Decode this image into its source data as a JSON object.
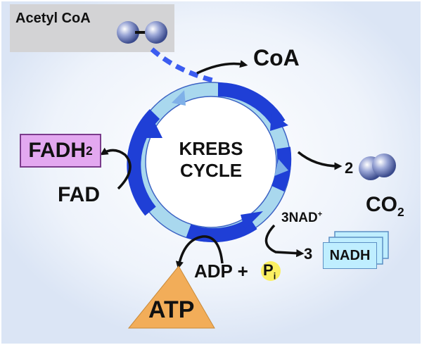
{
  "acetyl": {
    "label": "Acetyl CoA"
  },
  "coa": {
    "label": "CoA"
  },
  "cycle": {
    "line1": "KREBS",
    "line2": "CYCLE"
  },
  "fadh2": {
    "base": "FADH",
    "sub": "2"
  },
  "fad": {
    "label": "FAD"
  },
  "co2": {
    "count": "2",
    "base": "CO",
    "sub": "2"
  },
  "nad": {
    "base": "3NAD",
    "sup": "+"
  },
  "nadh": {
    "count": "3",
    "label": "NADH"
  },
  "atp": {
    "label": "ATP"
  },
  "adp": {
    "text": "ADP + ",
    "p": "P",
    "p_sub": "i"
  },
  "colors": {
    "ring_light": "#a9d8ee",
    "ring_dark": "#1f3fd6",
    "arrow_black": "#111111",
    "fadh2_fill": "#e3a8f0",
    "nadh_fill": "#bfeeff",
    "atp_fill": "#f2ad59",
    "pi_fill": "#fbf062",
    "molecule": "#8f9ed2"
  }
}
